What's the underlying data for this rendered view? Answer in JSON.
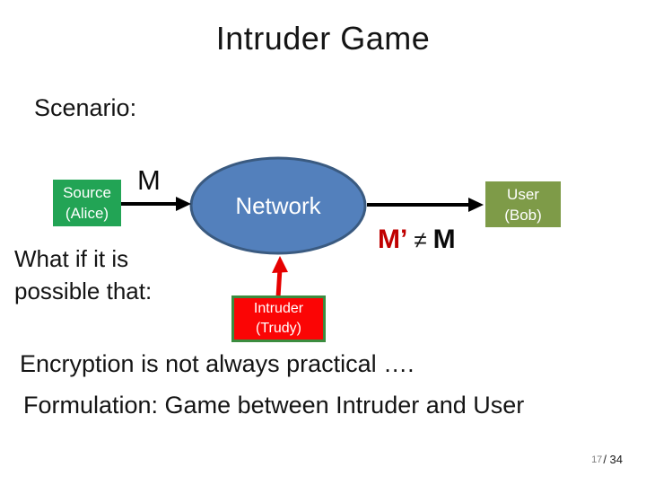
{
  "slide": {
    "title": "Intruder Game",
    "scenario_label": "Scenario:",
    "what_if": {
      "line1": "What if it is",
      "line2": "possible that:"
    },
    "bullets": {
      "encryption": "Encryption is not always practical ….",
      "formulation": "Formulation: Game between Intruder and User"
    },
    "page": {
      "current": "17",
      "total": "/ 34"
    }
  },
  "diagram": {
    "message_label": "M",
    "source_box": {
      "line1": "Source",
      "line2": "(Alice)"
    },
    "network": {
      "label": "Network"
    },
    "user_box": {
      "line1": "User",
      "line2": "(Bob)"
    },
    "intruder_box": {
      "line1": "Intruder",
      "line2": "(Trudy)"
    },
    "inequality": {
      "lhs": "M’",
      "operator": "≠",
      "rhs": "M"
    }
  },
  "colors": {
    "source_green": "#22A455",
    "network_fill": "#5380BC",
    "network_border": "#3A5A80",
    "user_olive": "#7E9B48",
    "intruder_red": "#FB0505",
    "intruder_border_green": "#3B8C3F",
    "red_arrow": "#E60000",
    "black_arrow": "#000000",
    "inequality_lhs_red": "#C00000",
    "page_number_gray": "#7F7F7F"
  }
}
